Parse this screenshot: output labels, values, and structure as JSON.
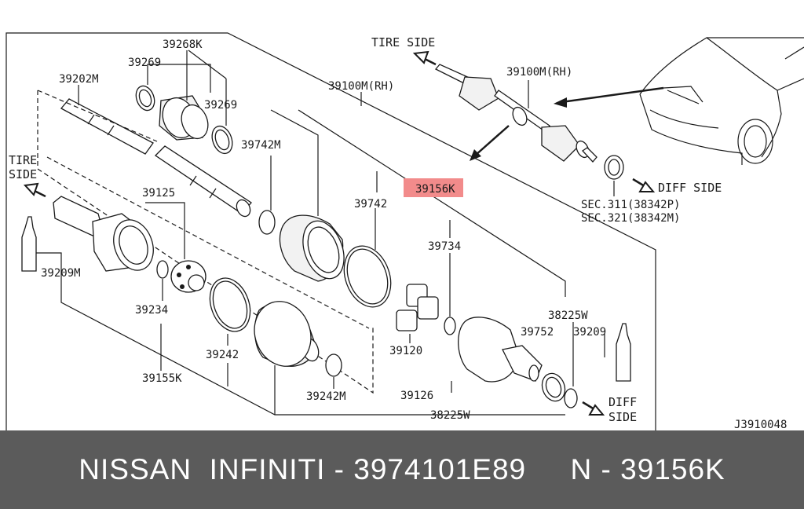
{
  "diagram": {
    "drawing_code": "J3910048",
    "highlight_color": "#f28b8b",
    "labels": {
      "p39268k": "39268K",
      "p39269a": "39269",
      "p39269b": "39269",
      "p39202m": "39202M",
      "p39100m_rh": "39100M(RH)",
      "p39100m_rh_top": "39100M(RH)",
      "p39742m": "39742M",
      "p39742": "39742",
      "p39156k": "39156K",
      "p39125": "39125",
      "p39734": "39734",
      "p39209m": "39209M",
      "p39234": "39234",
      "p39242": "39242",
      "p39242m": "39242M",
      "p39155k": "39155K",
      "p39120": "39120",
      "p39126": "39126",
      "p38225w_a": "38225W",
      "p38225w_b": "38225W",
      "p39752": "39752",
      "p39209": "39209",
      "sec311": "SEC.311(38342P)",
      "sec321": "SEC.321(38342M)"
    },
    "side_labels": {
      "tire_side_top": "TIRE SIDE",
      "tire_side_left_1": "TIRE",
      "tire_side_left_2": "SIDE",
      "diff_side_right": "DIFF SIDE",
      "diff_side_bottom_1": "DIFF",
      "diff_side_bottom_2": "SIDE"
    }
  },
  "banner": {
    "text": "NISSAN  INFINITI - 3974101E89     N - 39156K",
    "background": "#5b5b5b"
  }
}
